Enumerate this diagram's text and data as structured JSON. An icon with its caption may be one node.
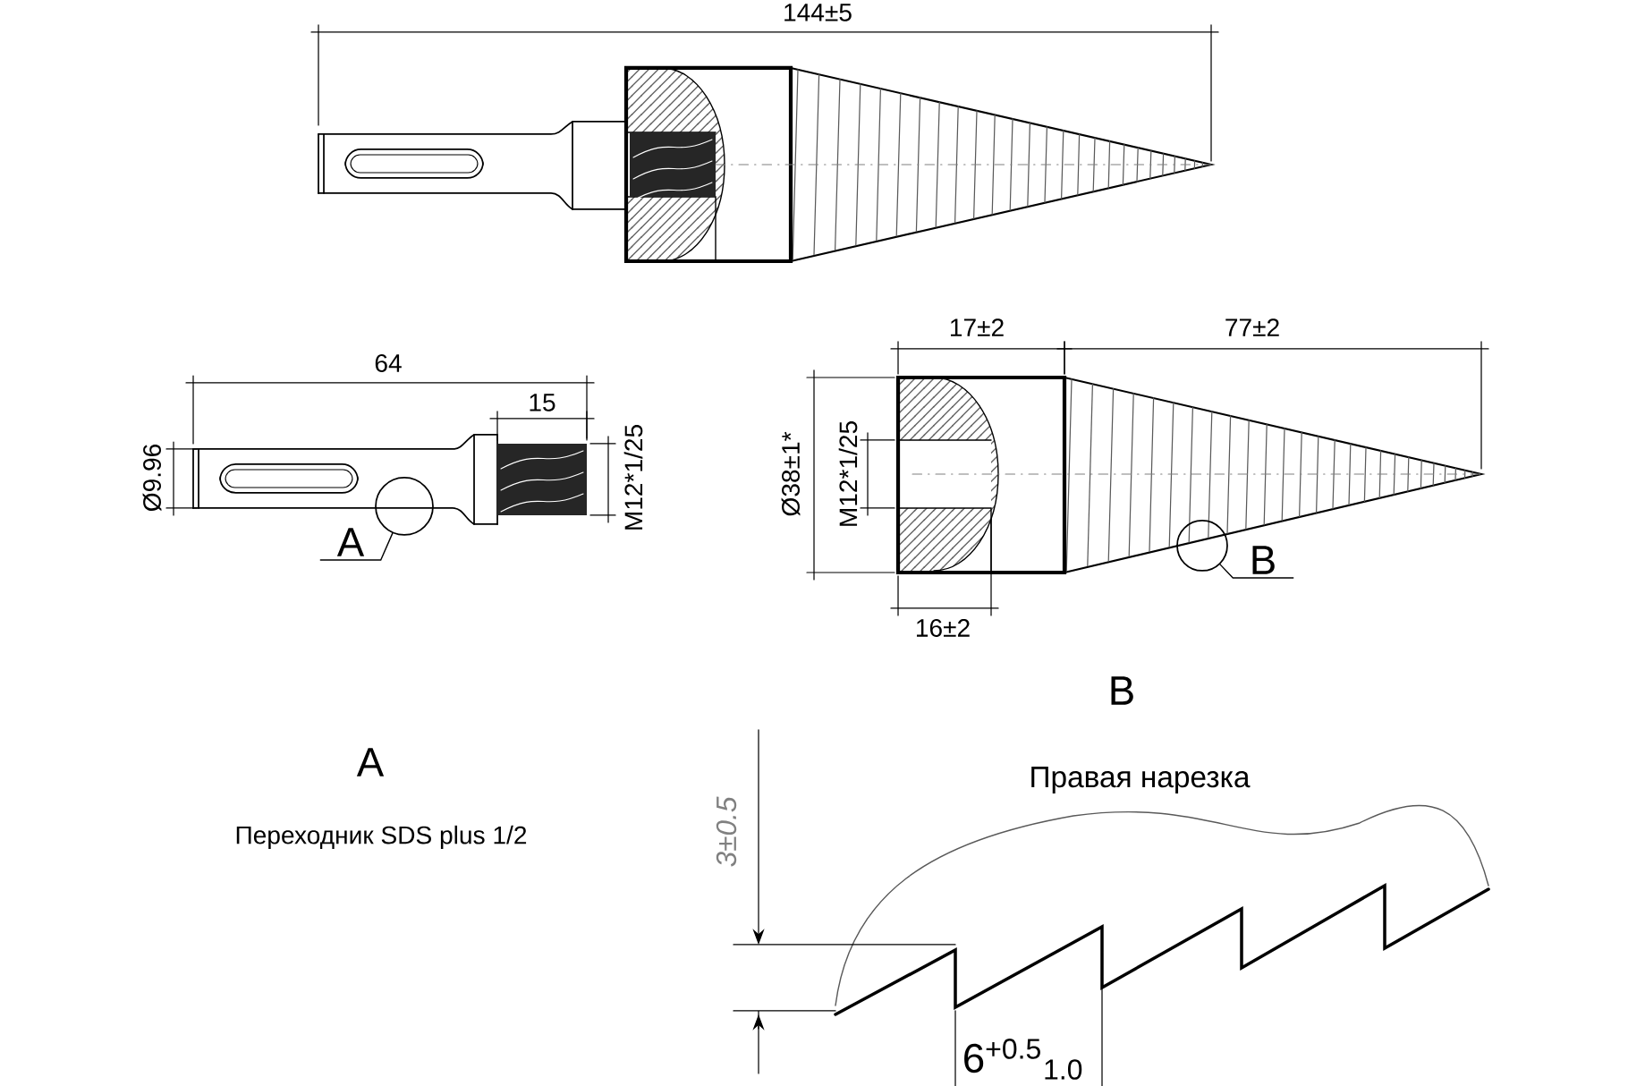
{
  "diagram": {
    "nodes": [
      {
        "text": [
          "A"
        ]
      },
      {
        "text": [],
        "shape": "circle"
      },
      {
        "text": [
          "B"
        ]
      },
      {
        "text": [],
        "shape": "circle"
      }
    ],
    "edges": [
      {
        "from": 0,
        "to": 1,
        "arrow": "none"
      },
      {
        "from": 2,
        "to": 3,
        "arrow": "none"
      }
    ],
    "labels": [
      "144±5",
      "64",
      "15",
      "17±2",
      "77±2",
      "Ø9.96",
      "M12*1/25",
      "Ø38±1*",
      "M12*1/25",
      "16±2",
      "B",
      "A",
      "Правая нарезка",
      "3±0.5",
      "Переходник SDS plus 1/2",
      "6$^{+0.5}$$_{1.0}$"
    ]
  }
}
